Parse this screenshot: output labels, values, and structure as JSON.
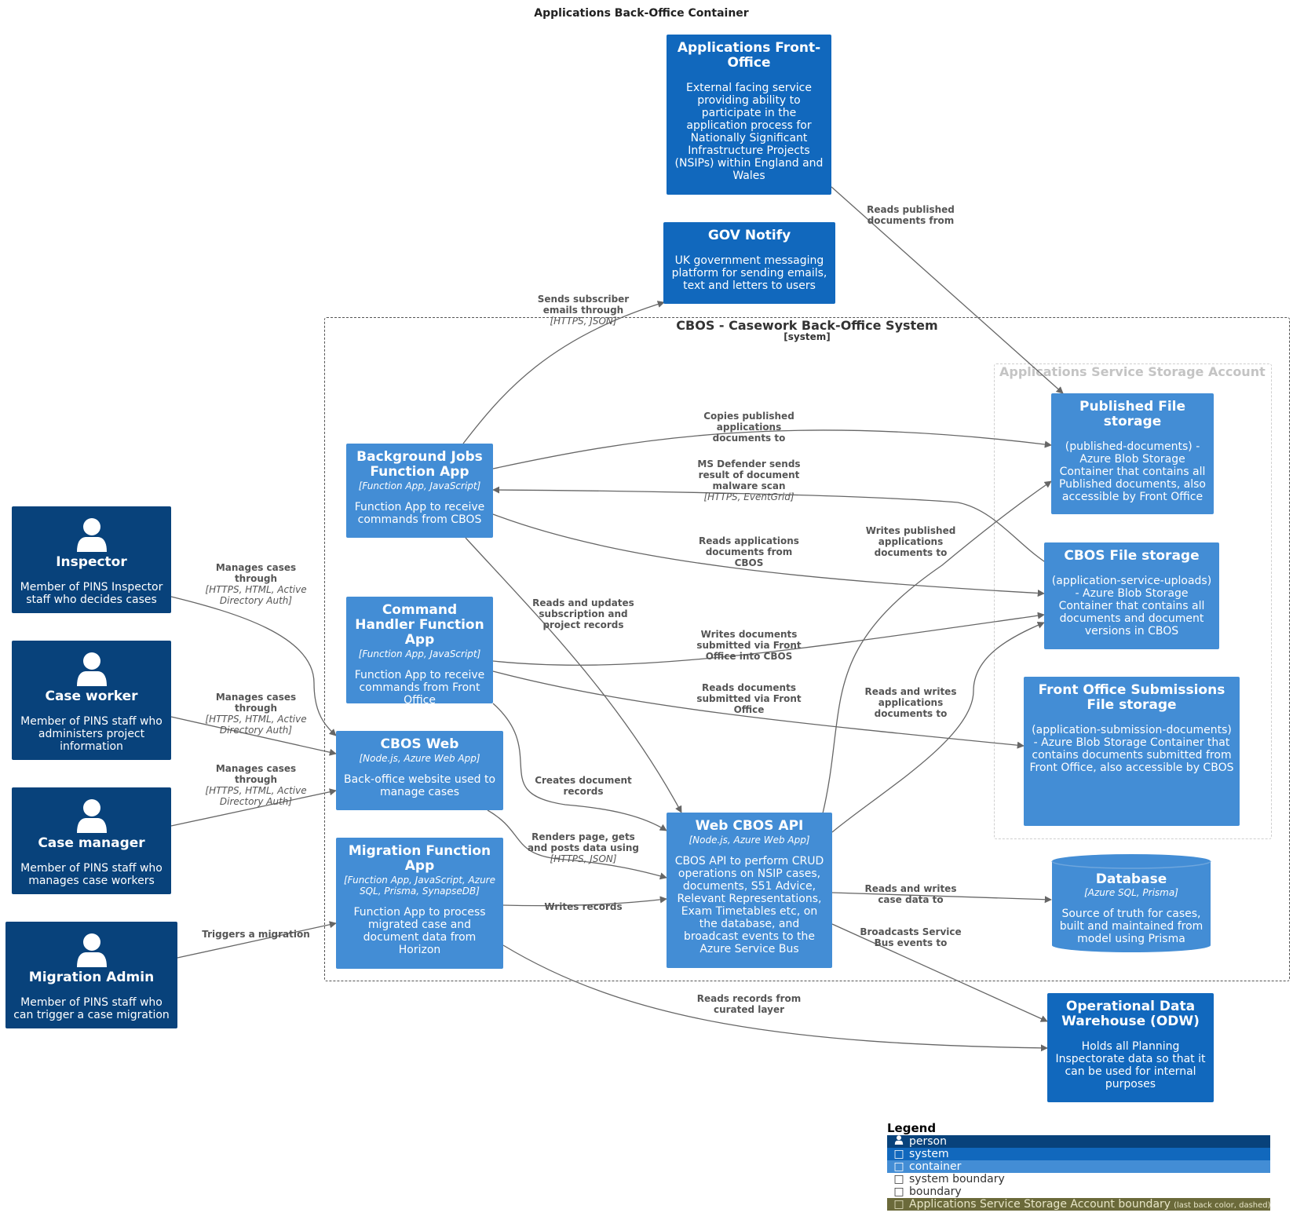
{
  "title": "Applications Back-Office Container",
  "boundary": {
    "name": "CBOS - Casework Back-Office System",
    "type": "[system]"
  },
  "storage_boundary": {
    "name": "Applications Service Storage Account"
  },
  "people": {
    "inspector": {
      "name": "Inspector",
      "desc": "Member of PINS Inspector staff who decides cases"
    },
    "case_worker": {
      "name": "Case worker",
      "desc": "Member of PINS staff who administers project information"
    },
    "case_manager": {
      "name": "Case manager",
      "desc": "Member of PINS staff who manages case workers"
    },
    "migration_admin": {
      "name": "Migration Admin",
      "desc": "Member of PINS staff who can trigger a case migration"
    }
  },
  "systems": {
    "front_office": {
      "name": "Applications Front-Office",
      "desc": "External facing service providing ability to participate in the application process for Nationally Significant Infrastructure Projects (NSIPs) within England and Wales"
    },
    "gov_notify": {
      "name": "GOV Notify",
      "desc": "UK government messaging platform for sending emails, text and letters to users"
    },
    "odw": {
      "name": "Operational Data Warehouse (ODW)",
      "desc": "Holds all Planning Inspectorate data so that it can be used for internal purposes"
    }
  },
  "containers": {
    "bg_jobs": {
      "name": "Background Jobs Function App",
      "tech": "[Function App, JavaScript]",
      "desc": "Function App to receive commands from CBOS"
    },
    "cmd_handler": {
      "name": "Command Handler Function App",
      "tech": "[Function App, JavaScript]",
      "desc": "Function App to receive commands from Front Office"
    },
    "cbos_web": {
      "name": "CBOS Web",
      "tech": "[Node.js, Azure Web App]",
      "desc": "Back-office website used to manage cases"
    },
    "migration": {
      "name": "Migration Function App",
      "tech": "[Function App, JavaScript, Azure SQL, Prisma, SynapseDB]",
      "desc": "Function App to process migrated case and document data from Horizon"
    },
    "api": {
      "name": "Web CBOS API",
      "tech": "[Node.js, Azure Web App]",
      "desc": "CBOS API to perform CRUD operations on NSIP cases, documents, S51 Advice, Relevant Representations, Exam Timetables etc, on the database, and broadcast events to the Azure Service Bus"
    },
    "published": {
      "name": "Published File storage",
      "desc": "(published-documents) - Azure Blob Storage Container that contains all Published documents, also accessible by Front Office"
    },
    "cbos_files": {
      "name": "CBOS File storage",
      "desc": "(application-service-uploads) - Azure Blob Storage Container that contains all documents and document versions in CBOS"
    },
    "fo_files": {
      "name": "Front Office Submissions File storage",
      "desc": "(application-submission-documents) - Azure Blob Storage Container that contains documents submitted from Front Office, also accessible by CBOS"
    },
    "database": {
      "name": "Database",
      "tech": "[Azure SQL, Prisma]",
      "desc": "Source of truth for cases, built and maintained from model using Prisma"
    }
  },
  "relations": {
    "r_front_pub": {
      "label": "Reads published documents from"
    },
    "r_bg_notify": {
      "label": "Sends subscriber emails through",
      "tech": "[HTTPS, JSON]"
    },
    "r_bg_pub": {
      "label": "Copies published applications documents to"
    },
    "r_defender": {
      "label": "MS Defender sends result of document malware scan",
      "tech": "[HTTPS, EventGrid]"
    },
    "r_bg_reads": {
      "label": "Reads applications documents from CBOS"
    },
    "r_bg_api": {
      "label": "Reads and updates subscription and project records"
    },
    "r_api_pub": {
      "label": "Writes published applications documents to"
    },
    "r_cmd_writes": {
      "label": "Writes documents submitted via Front Office into CBOS"
    },
    "r_cmd_reads": {
      "label": "Reads documents submitted via Front Office"
    },
    "r_api_rw": {
      "label": "Reads and writes applications documents to"
    },
    "r_inspector": {
      "label": "Manages cases through",
      "tech": "[HTTPS, HTML, Active Directory Auth]"
    },
    "r_worker": {
      "label": "Manages cases through",
      "tech": "[HTTPS, HTML, Active Directory Auth]"
    },
    "r_manager": {
      "label": "Manages cases through",
      "tech": "[HTTPS, HTML, Active Directory Auth]"
    },
    "r_cmd_api": {
      "label": "Creates document records"
    },
    "r_web_api": {
      "label": "Renders page, gets and posts data using",
      "tech": "[HTTPS, JSON]"
    },
    "r_mig_api": {
      "label": "Writes records"
    },
    "r_admin": {
      "label": "Triggers a migration"
    },
    "r_api_db": {
      "label": "Reads and writes case data to"
    },
    "r_api_odw": {
      "label": "Broadcasts Service Bus events to"
    },
    "r_mig_odw": {
      "label": "Reads records from curated layer"
    }
  },
  "legend": {
    "title": "Legend",
    "person": "person",
    "system": "system",
    "container": "container",
    "system_boundary": "system boundary",
    "boundary": "boundary",
    "storage_boundary": "Applications Service Storage Account boundary",
    "storage_note": "(last back color, dashed)",
    "colors": {
      "person": "#08427b",
      "system": "#1168bd",
      "container": "#438dd5",
      "storage": "#6b6a3a"
    }
  }
}
